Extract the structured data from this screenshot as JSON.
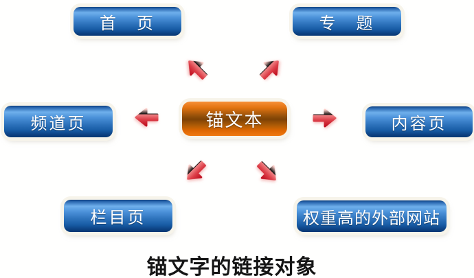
{
  "diagram": {
    "center": {
      "label": "锚文本"
    },
    "nodes": [
      {
        "id": "home",
        "label": "首　页"
      },
      {
        "id": "topic",
        "label": "专　题"
      },
      {
        "id": "channel",
        "label": "频道页"
      },
      {
        "id": "content",
        "label": "内容页"
      },
      {
        "id": "column",
        "label": "栏目页"
      },
      {
        "id": "external",
        "label": "权重高的外部网站"
      }
    ],
    "arrows": [
      "up-left",
      "up-right",
      "left",
      "right",
      "down-left",
      "down-right"
    ],
    "caption": "锚文字的链接对象",
    "colors": {
      "background": "#ffffff",
      "node_blue_dark": "#0a3a76",
      "node_blue_light": "#6fb0ec",
      "center_orange_light": "#f79038",
      "center_orange_dark": "#7e4205",
      "arrow_red_light": "#fbcfc9",
      "arrow_red_dark": "#c00f20",
      "halo": "#f7f4ea",
      "text_white": "#ffffff",
      "caption_color": "#151515"
    }
  }
}
